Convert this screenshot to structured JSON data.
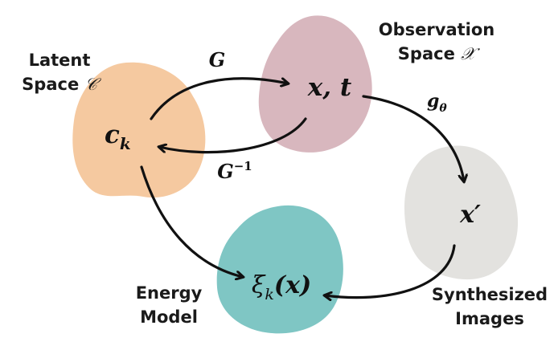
{
  "regions": {
    "latent": {
      "label_line1": "Latent",
      "label_line2": "Space",
      "symbol": "𝒞",
      "node": "c",
      "node_sub": "k",
      "color": "#f5c9a0"
    },
    "observation": {
      "label_line1": "Observation",
      "label_line2": "Space",
      "symbol": "𝒳",
      "node": "x, t",
      "color": "#d8b7be"
    },
    "synthesized": {
      "label_line1": "Synthesized",
      "label_line2": "Images",
      "node": "x′",
      "color": "#e3e2df"
    },
    "energy": {
      "label_line1": "Energy",
      "label_line2": "Model",
      "node": "ξ",
      "node_sub": "k",
      "node_arg": "(x)",
      "color": "#7fc6c4"
    }
  },
  "edges": {
    "generator": {
      "label": "G"
    },
    "inverse": {
      "label": "G",
      "sup": "−1"
    },
    "synth": {
      "label": "g",
      "sub": "θ"
    }
  }
}
